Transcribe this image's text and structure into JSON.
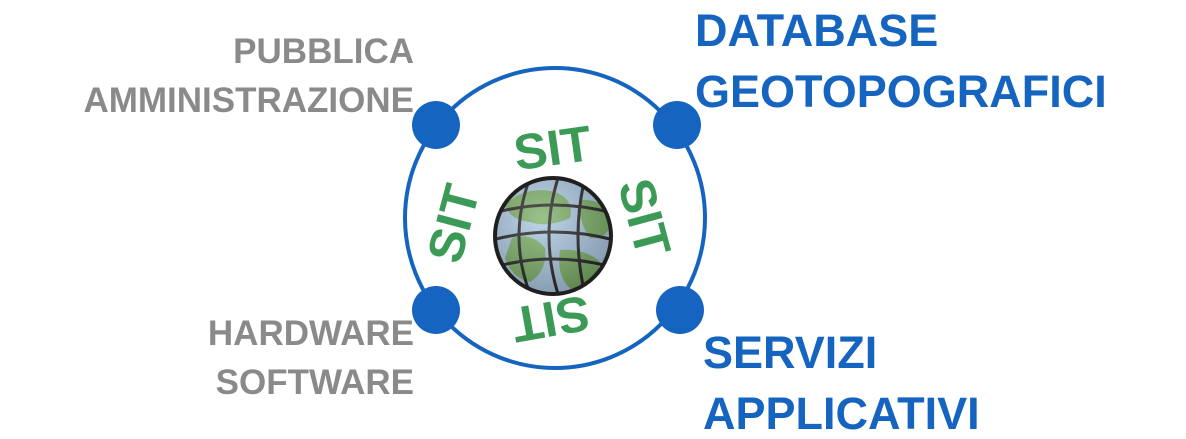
{
  "colors": {
    "ring": "#1565c0",
    "node": "#1565c0",
    "left_labels": "#8a8a8a",
    "right_labels": "#1565c0",
    "sit_text": "#3a9a56",
    "globe_land": "#78ad62",
    "globe_sea": "#a9c6e0",
    "globe_grid": "#1f1f1f"
  },
  "labels": {
    "top_left": {
      "line1": "PUBBLICA",
      "line2": "AMMINISTRAZIONE"
    },
    "top_right": {
      "line1": "DATABASE",
      "line2": "GEOTOPOGRAFICI"
    },
    "bottom_left": {
      "line1": "HARDWARE",
      "line2": "SOFTWARE"
    },
    "bottom_right": {
      "line1": "SERVIZI",
      "line2": "APPLICATIVI"
    }
  },
  "center": {
    "logo_text": "SIT",
    "icon": "globe-icon"
  }
}
